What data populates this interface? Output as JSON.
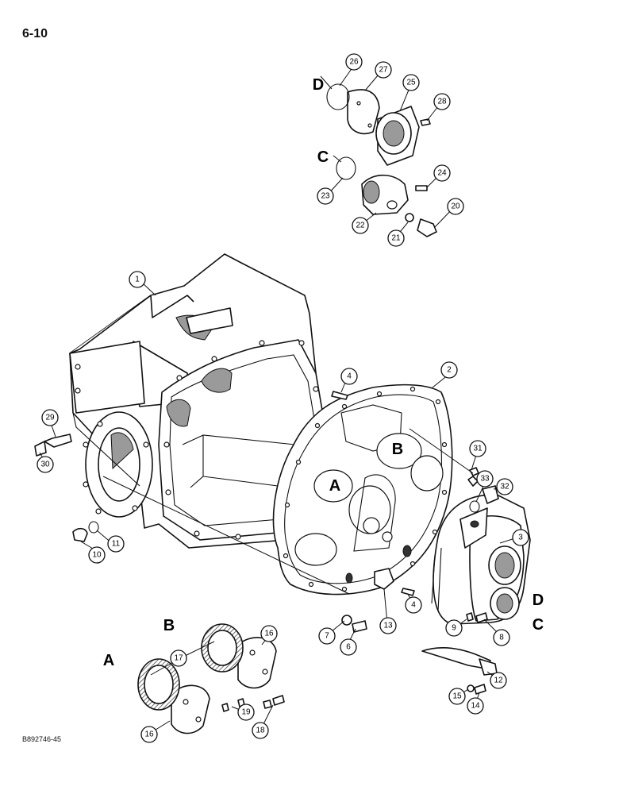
{
  "page": {
    "number": "6-10",
    "image_code": "B892746-45"
  },
  "callouts": [
    "1",
    "2",
    "3",
    "4",
    "4",
    "6",
    "7",
    "8",
    "9",
    "10",
    "11",
    "12",
    "13",
    "14",
    "15",
    "16",
    "16",
    "17",
    "18",
    "19",
    "20",
    "21",
    "22",
    "23",
    "24",
    "25",
    "26",
    "27",
    "28",
    "29",
    "30",
    "31",
    "32",
    "33"
  ],
  "reference_letters": [
    "A",
    "A",
    "B",
    "B",
    "C",
    "C",
    "D",
    "D"
  ]
}
